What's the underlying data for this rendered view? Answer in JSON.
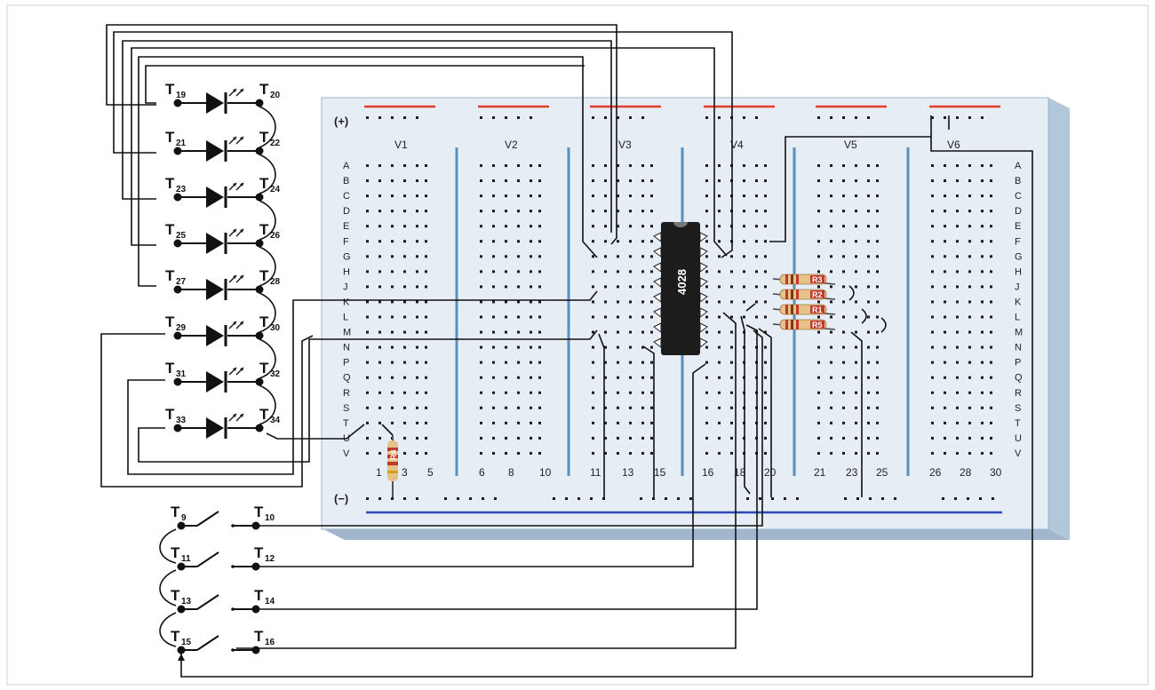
{
  "colors": {
    "board": "#e6edf5",
    "board_edge": "#9fb6cc",
    "board_side": "#b3c7da",
    "rail_plus": "#e23b2a",
    "rail_minus": "#2f48b8",
    "divider": "#5b8fc0",
    "hole": "#1a1a1a",
    "wire": "#111111",
    "ic_body": "#1c1c1c",
    "resistor_body": "#e7c288"
  },
  "breadboard": {
    "plus_label": "(+)",
    "minus_label": "(−)",
    "sections": [
      "V1",
      "V2",
      "V3",
      "V4",
      "V5",
      "V6"
    ],
    "rows": [
      "A",
      "B",
      "C",
      "D",
      "E",
      "F",
      "G",
      "H",
      "J",
      "K",
      "L",
      "M",
      "N",
      "P",
      "Q",
      "R",
      "S",
      "T",
      "U",
      "V"
    ],
    "columns": [
      "1",
      "3",
      "5",
      "6",
      "8",
      "10",
      "11",
      "13",
      "15",
      "16",
      "18",
      "20",
      "21",
      "23",
      "25",
      "26",
      "28",
      "30"
    ]
  },
  "ic": {
    "label": "4028"
  },
  "resistors": [
    "R3",
    "R2",
    "R1",
    "R5"
  ],
  "base_resistor_label": "R4",
  "terminals": {
    "led_left": [
      {
        "t": "T",
        "n": "19"
      },
      {
        "t": "T",
        "n": "21"
      },
      {
        "t": "T",
        "n": "23"
      },
      {
        "t": "T",
        "n": "25"
      },
      {
        "t": "T",
        "n": "27"
      },
      {
        "t": "T",
        "n": "29"
      },
      {
        "t": "T",
        "n": "31"
      },
      {
        "t": "T",
        "n": "33"
      }
    ],
    "led_right": [
      {
        "t": "T",
        "n": "20"
      },
      {
        "t": "T",
        "n": "22"
      },
      {
        "t": "T",
        "n": "24"
      },
      {
        "t": "T",
        "n": "26"
      },
      {
        "t": "T",
        "n": "28"
      },
      {
        "t": "T",
        "n": "30"
      },
      {
        "t": "T",
        "n": "32"
      },
      {
        "t": "T",
        "n": "34"
      }
    ],
    "switch_left": [
      {
        "t": "T",
        "n": "9"
      },
      {
        "t": "T",
        "n": "11"
      },
      {
        "t": "T",
        "n": "13"
      },
      {
        "t": "T",
        "n": "15"
      }
    ],
    "switch_right": [
      {
        "t": "T",
        "n": "10"
      },
      {
        "t": "T",
        "n": "12"
      },
      {
        "t": "T",
        "n": "14"
      },
      {
        "t": "T",
        "n": "16"
      }
    ]
  }
}
